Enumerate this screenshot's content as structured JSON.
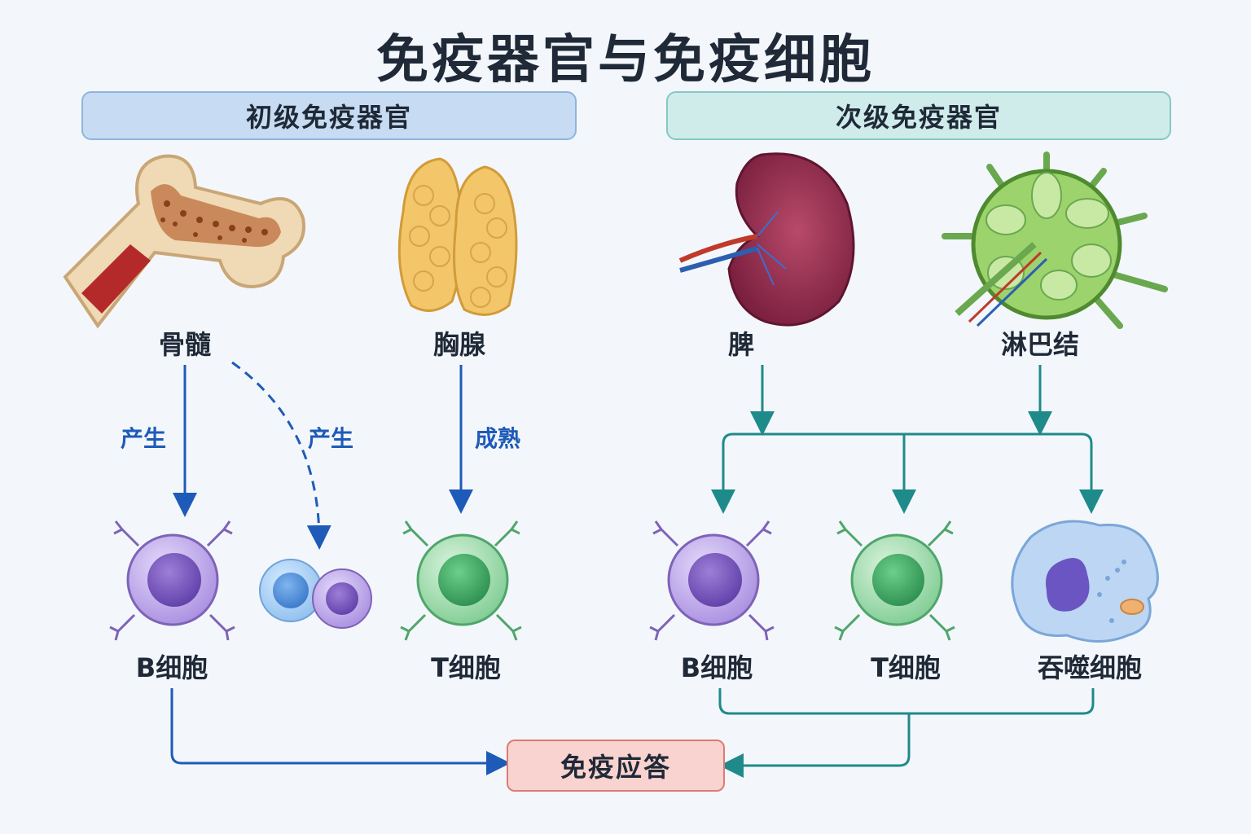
{
  "title": "免疫器官与免疫细胞",
  "sections": {
    "primary": "初级免疫器官",
    "secondary": "次级免疫器官"
  },
  "organs": {
    "bone_marrow": "骨髓",
    "thymus": "胸腺",
    "spleen": "脾",
    "lymph_node": "淋巴结"
  },
  "arrows": {
    "produce_b": "产生",
    "produce_t": "产生",
    "mature": "成熟"
  },
  "cells": {
    "b_cell_left": "B细胞",
    "t_cell_left": "T细胞",
    "b_cell_right": "B细胞",
    "t_cell_right": "T细胞",
    "phagocyte": "吞噬细胞"
  },
  "response": "免疫应答",
  "colors": {
    "blue_arrow": "#1e5bb8",
    "teal_arrow": "#1f8a8a",
    "b_cell": "#a78bdb",
    "t_cell": "#6cc38a",
    "phagocyte": "#9ec3ee"
  }
}
